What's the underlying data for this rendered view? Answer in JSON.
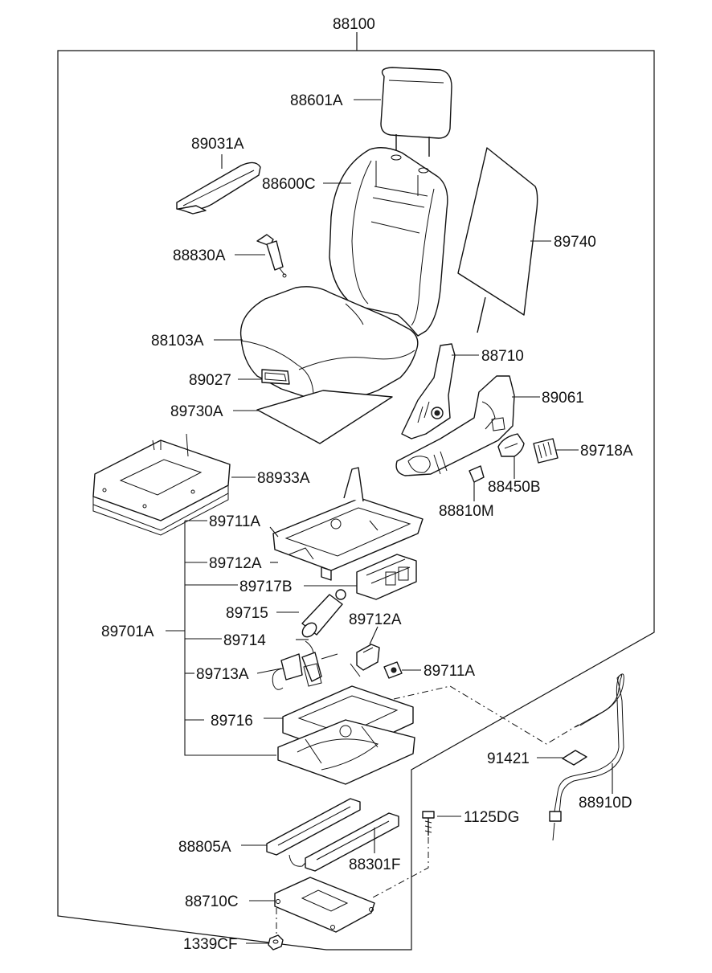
{
  "assembly_number": "88100",
  "group_number": "89701A",
  "callouts": {
    "headrest": "88601A",
    "seatback_cover": "88600C",
    "armrest": "89031A",
    "buckle": "88830A",
    "back_board": "89740",
    "cushion": "88103A",
    "handle_small": "89027",
    "cushion_pad": "89730A",
    "recliner": "88710",
    "side_shield": "89061",
    "knob_right": "89718A",
    "lever": "88450B",
    "clip": "88810M",
    "cushion_frame": "88933A",
    "frame_upper": "89711A",
    "bracket_upper": "89712A",
    "motor_block": "89717B",
    "actuator": "89715",
    "bracket_right": "89712A",
    "link": "89714",
    "switch_left": "89713A",
    "switch_right": "89711A",
    "frame_lower": "89716",
    "tag": "91421",
    "harness": "88910D",
    "bolt": "1125DG",
    "rail_left": "88805A",
    "rail_right": "88301F",
    "base_plate": "88710C",
    "nut": "1339CF"
  }
}
